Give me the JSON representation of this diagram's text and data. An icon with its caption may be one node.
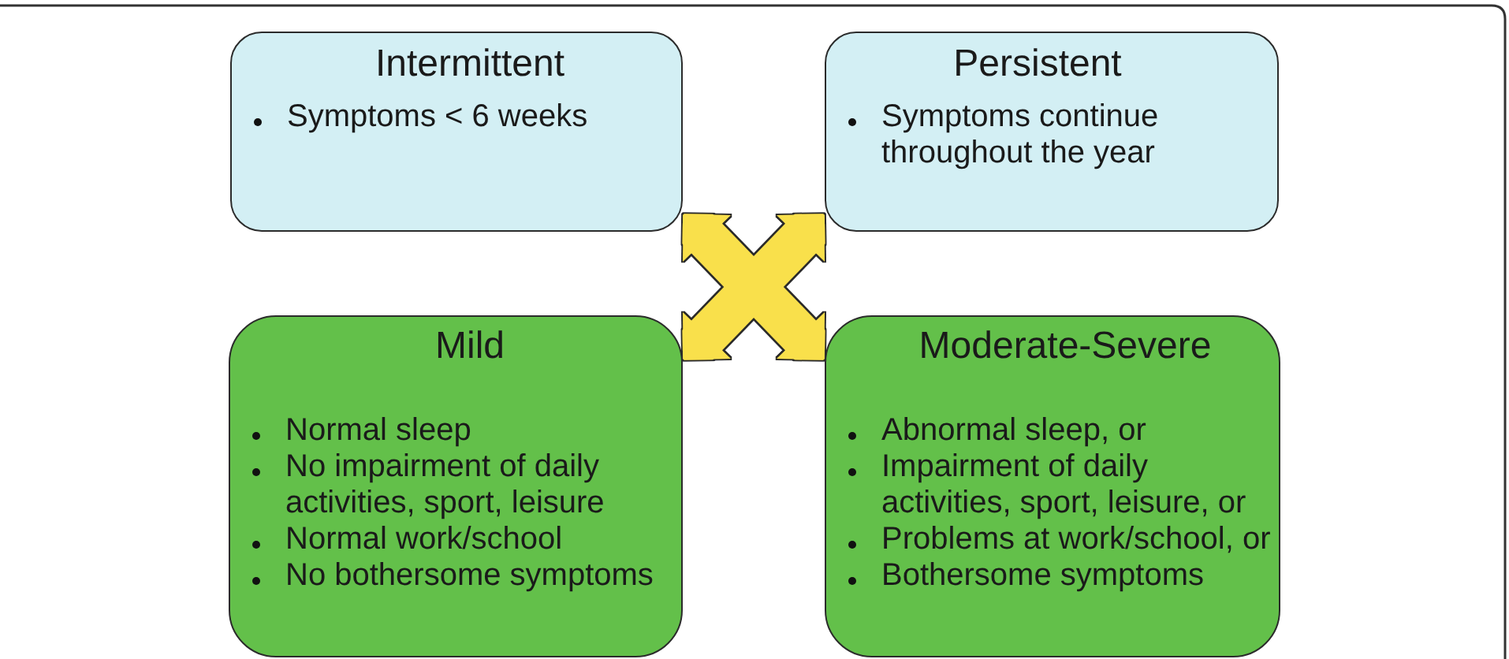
{
  "diagram": {
    "nodes": [
      {
        "text": [
          "Intermittent",
          "Symptoms < 6 weeks"
        ]
      },
      {
        "text": [
          "Persistent",
          "Symptoms continue throughout the year"
        ]
      },
      {
        "text": [
          "Mild",
          "Normal sleep",
          "No impairment of daily activities, sport, leisure",
          "Normal work/school",
          "No bothersome symptoms"
        ]
      },
      {
        "text": [
          "Moderate-Severe",
          "Abnormal sleep, or",
          "Impairment of daily activities, sport, leisure, or",
          "Problems at work/school, or",
          "Bothersome symptoms"
        ]
      }
    ],
    "edges": [
      {
        "from": 0,
        "to": 3,
        "arrow": "both"
      },
      {
        "from": 1,
        "to": 2,
        "arrow": "both"
      }
    ]
  }
}
